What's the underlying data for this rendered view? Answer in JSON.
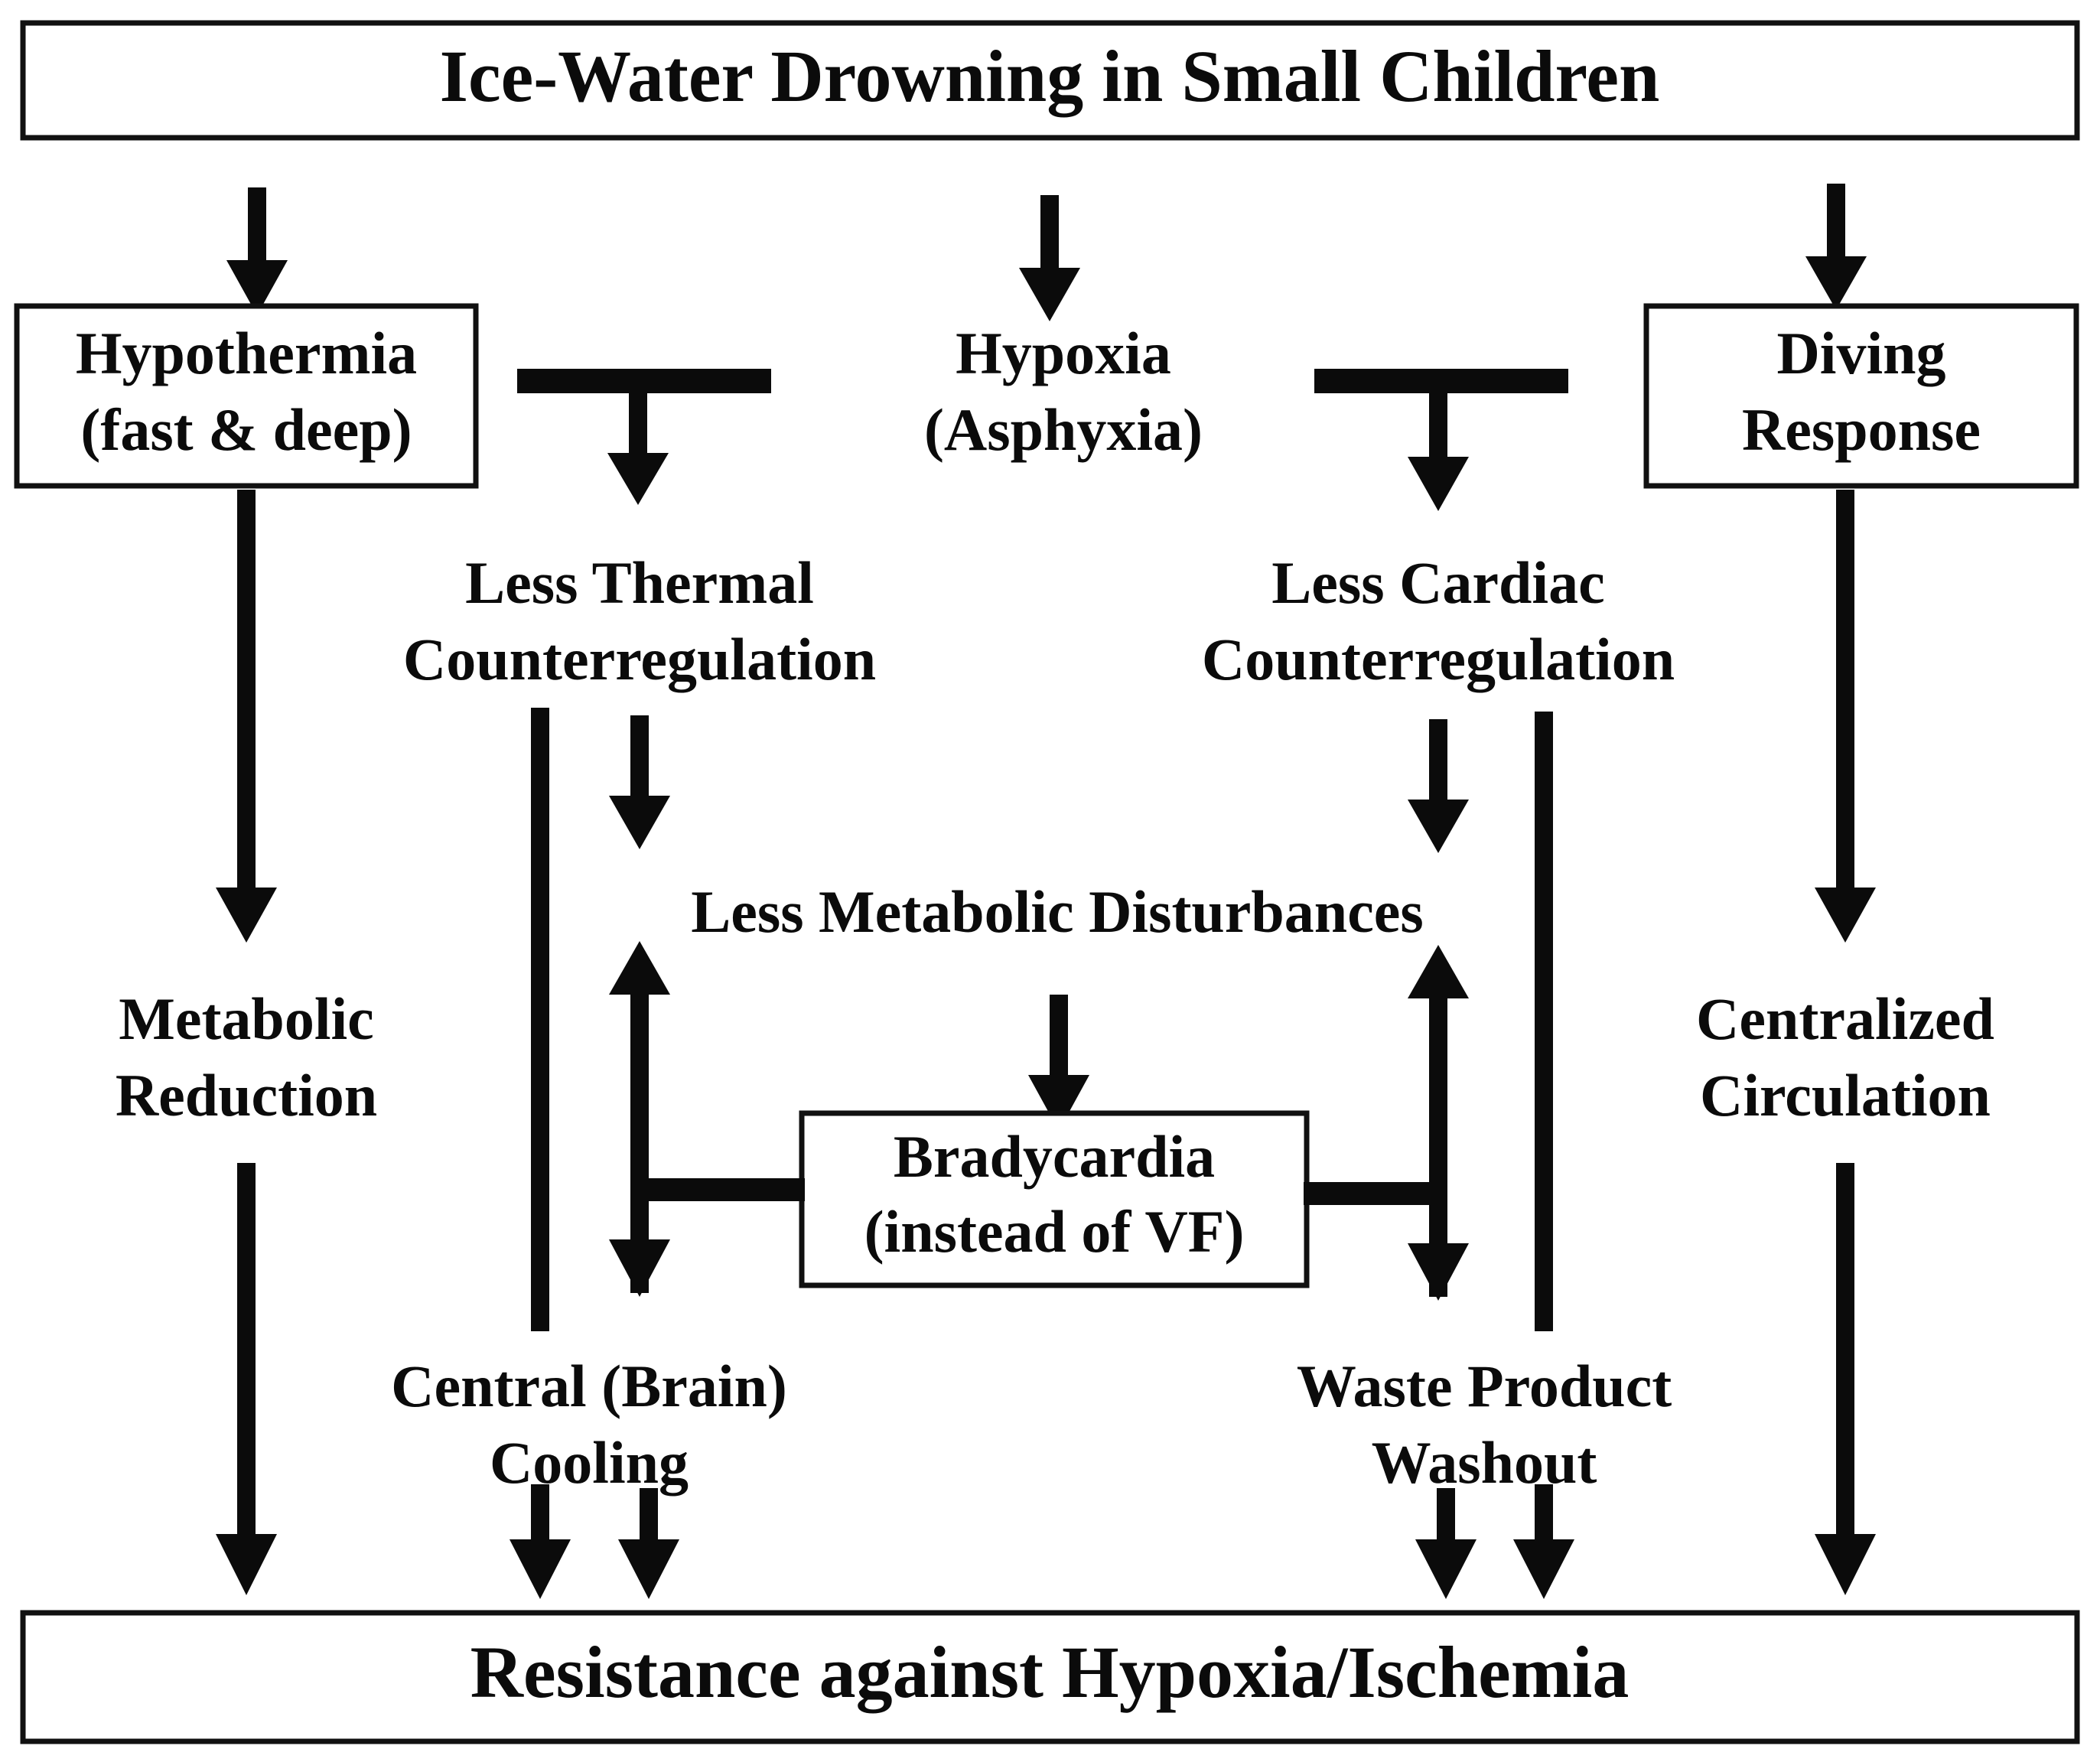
{
  "diagram": {
    "title": "Ice-Water Drowning in Small Children",
    "footer": "Resistance against Hypoxia/Ischemia",
    "nodes": {
      "title_box": {
        "label": "Ice-Water Drowning in Small Children",
        "boxed": true
      },
      "hypothermia": {
        "line1": "Hypothermia",
        "line2": "(fast & deep)",
        "boxed": true
      },
      "hypoxia": {
        "line1": "Hypoxia",
        "line2": "(Asphyxia)",
        "boxed": false
      },
      "diving_response": {
        "line1": "Diving",
        "line2": "Response",
        "boxed": true
      },
      "less_thermal": {
        "line1": "Less Thermal",
        "line2": "Counterregulation",
        "boxed": false
      },
      "less_cardiac": {
        "line1": "Less Cardiac",
        "line2": "Counterregulation",
        "boxed": false
      },
      "metabolic_reduction": {
        "line1": "Metabolic",
        "line2": "Reduction",
        "boxed": false
      },
      "less_metabolic": {
        "line1": "Less Metabolic Disturbances",
        "line2": "",
        "boxed": false
      },
      "centralized_circulation": {
        "line1": "Centralized",
        "line2": "Circulation",
        "boxed": false
      },
      "bradycardia": {
        "line1": "Bradycardia",
        "line2": "(instead of VF)",
        "boxed": true
      },
      "central_cooling": {
        "line1": "Central (Brain)",
        "line2": "Cooling",
        "boxed": false
      },
      "waste_washout": {
        "line1": "Waste Product",
        "line2": "Washout",
        "boxed": false
      },
      "footer_box": {
        "label": "Resistance against Hypoxia/Ischemia",
        "boxed": true
      }
    },
    "edges": [
      {
        "id": "title-to-hypothermia",
        "from": "title_box",
        "to": "hypothermia",
        "kind": "arrow-down"
      },
      {
        "id": "title-to-hypoxia",
        "from": "title_box",
        "to": "hypoxia",
        "kind": "arrow-down"
      },
      {
        "id": "title-to-diving",
        "from": "title_box",
        "to": "diving_response",
        "kind": "arrow-down"
      },
      {
        "id": "hypothermia-hypoxia-to-less-thermal",
        "from": "hypothermia+hypoxia",
        "to": "less_thermal",
        "kind": "tee-arrow-down"
      },
      {
        "id": "hypoxia-diving-to-less-cardiac",
        "from": "hypoxia+diving_response",
        "to": "less_cardiac",
        "kind": "tee-arrow-down"
      },
      {
        "id": "hypothermia-to-metabolic-reduction",
        "from": "hypothermia",
        "to": "metabolic_reduction",
        "kind": "arrow-down"
      },
      {
        "id": "diving-to-centralized-circulation",
        "from": "diving_response",
        "to": "centralized_circulation",
        "kind": "arrow-down"
      },
      {
        "id": "less-thermal-to-less-metabolic",
        "from": "less_thermal",
        "to": "less_metabolic",
        "kind": "arrow-down"
      },
      {
        "id": "less-cardiac-to-less-metabolic",
        "from": "less_cardiac",
        "to": "less_metabolic",
        "kind": "arrow-down"
      },
      {
        "id": "less-thermal-to-footer",
        "from": "less_thermal",
        "to": "footer_box",
        "kind": "line-arrow-down"
      },
      {
        "id": "less-cardiac-to-footer",
        "from": "less_cardiac",
        "to": "footer_box",
        "kind": "line-arrow-down"
      },
      {
        "id": "less-metabolic-to-bradycardia",
        "from": "less_metabolic",
        "to": "bradycardia",
        "kind": "arrow-down"
      },
      {
        "id": "cooling-metabolic-bidirectional-left",
        "from": "central_cooling",
        "to": "less_metabolic",
        "kind": "double-arrow"
      },
      {
        "id": "washout-metabolic-bidirectional-right",
        "from": "waste_washout",
        "to": "less_metabolic",
        "kind": "double-arrow"
      },
      {
        "id": "bradycardia-to-left-double-arrow",
        "from": "bradycardia",
        "to": "cooling-metabolic-bidirectional-left",
        "kind": "stub-left"
      },
      {
        "id": "bradycardia-to-right-double-arrow",
        "from": "bradycardia",
        "to": "washout-metabolic-bidirectional-right",
        "kind": "stub-right"
      },
      {
        "id": "metabolic-reduction-to-footer",
        "from": "metabolic_reduction",
        "to": "footer_box",
        "kind": "arrow-down"
      },
      {
        "id": "central-cooling-to-footer",
        "from": "central_cooling",
        "to": "footer_box",
        "kind": "arrow-down"
      },
      {
        "id": "waste-washout-to-footer",
        "from": "waste_washout",
        "to": "footer_box",
        "kind": "arrow-down"
      },
      {
        "id": "centralized-circulation-to-footer",
        "from": "centralized_circulation",
        "to": "footer_box",
        "kind": "arrow-down"
      }
    ],
    "colors": {
      "ink": "#0b0b0b",
      "box_stroke": "#111111",
      "background": "#ffffff"
    }
  }
}
